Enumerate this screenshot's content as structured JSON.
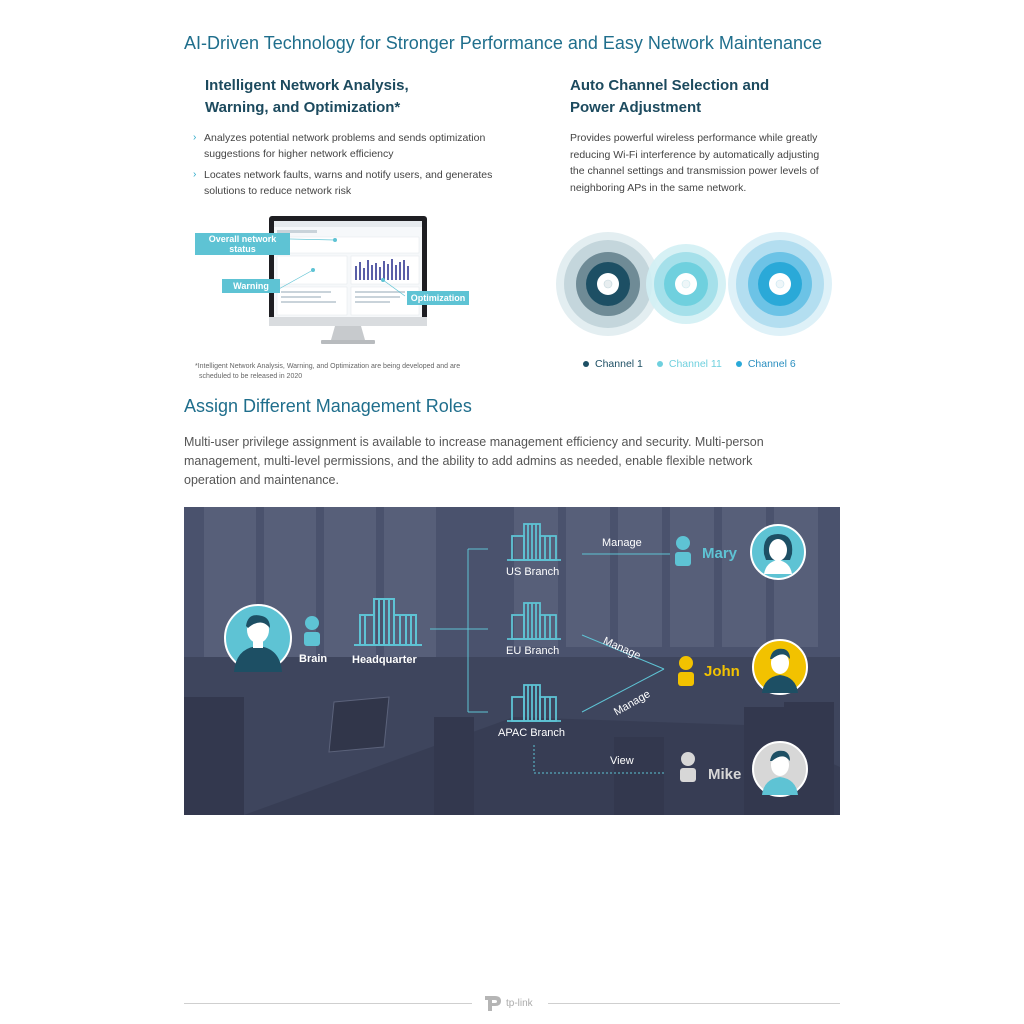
{
  "section1": {
    "title": "AI-Driven Technology for Stronger Performance and Easy Network Maintenance",
    "left": {
      "heading_line1": "Intelligent Network Analysis,",
      "heading_line2": "Warning, and Optimization*",
      "bullets": [
        "Analyzes potential network problems and sends optimization suggestions for higher network efficiency",
        "Locates network faults, warns and notify users, and generates solutions to reduce network risk"
      ],
      "callouts": {
        "overall_line1": "Overall network",
        "overall_line2": "status",
        "warning": "Warning",
        "optimization": "Optimization"
      },
      "footnote_line1": "*Intelligent Network Analysis, Warning, and Optimization are being developed and are",
      "footnote_line2": "scheduled to be released in 2020"
    },
    "right": {
      "heading_line1": "Auto Channel Selection and",
      "heading_line2": "Power Adjustment",
      "paragraph": "Provides powerful wireless performance while greatly reducing Wi-Fi interference by automatically adjusting the channel settings and transmission power levels of neighboring APs in the same network.",
      "legend": [
        {
          "label": "Channel 1",
          "color": "#1d4f64"
        },
        {
          "label": "Channel 11",
          "color": "#6fd0de"
        },
        {
          "label": "Channel 6",
          "color": "#2aa9d8"
        }
      ]
    }
  },
  "section2": {
    "title": "Assign Different Management Roles",
    "paragraph_line1": "Multi-user privilege assignment is available to increase management efficiency and security. Multi-person",
    "paragraph_line2": "management, multi-level permissions, and the ability to add admins as needed, enable flexible network",
    "paragraph_line3": "operation and maintenance.",
    "diagram": {
      "admin": "Brain",
      "hq": "Headquarter",
      "branches": [
        "US Branch",
        "EU Branch",
        "APAC Branch"
      ],
      "links": [
        "Manage",
        "Manage",
        "Manage",
        "View"
      ],
      "users": [
        {
          "name": "Mary",
          "color": "#5ec3d4"
        },
        {
          "name": "John",
          "color": "#f2c200"
        },
        {
          "name": "Mike",
          "color": "#d7d7d7"
        }
      ]
    }
  },
  "footer": {
    "brand": "tp-link"
  }
}
